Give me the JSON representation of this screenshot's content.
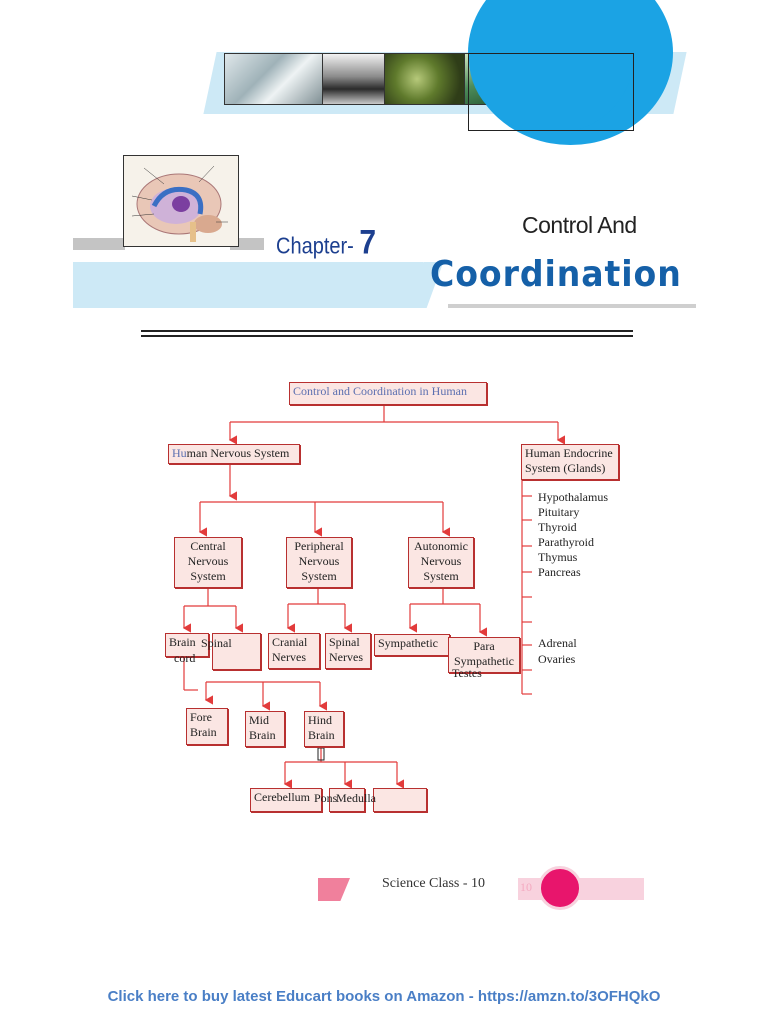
{
  "header": {
    "chapter_label": "Chapter-",
    "chapter_number": "7",
    "title_line1": "Control And",
    "title_line2": "Coordination"
  },
  "diagram": {
    "root": "Control and Coordination in Human",
    "nervous_system": "Human Nervous System",
    "nervous_system_hl": "Hu",
    "nervous_system_rest": "man Nervous System",
    "endocrine": "Human Endocrine System (Glands)",
    "cns": "Central Nervous System",
    "pns": "Peripheral Nervous System",
    "ans": "Autonomic Nervous System",
    "brain": "Brain",
    "spinal": "Spinal",
    "cord": "cord",
    "cranial": "Cranial Nerves",
    "spinal_nerves": "Spinal Nerves",
    "sympathetic": "Sympathetic",
    "para": "Para Sympathetic",
    "testes": "Testes",
    "fore": "Fore Brain",
    "mid": "Mid Brain",
    "hind": "Hind Brain",
    "cerebellum": "Cerebellum",
    "pons": "Pons",
    "medulla": "Medulla",
    "glands": [
      "Hypothalamus",
      "Pituitary",
      "Thyroid",
      "Parathyroid",
      "Thymus",
      "Pancreas",
      "Adrenal",
      "Ovaries"
    ]
  },
  "footer": {
    "book": "Science Class - 10",
    "page_fragment": "10"
  },
  "link": {
    "text": "Click here to buy latest Educart books on Amazon - https://amzn.to/3OFHQkO"
  }
}
